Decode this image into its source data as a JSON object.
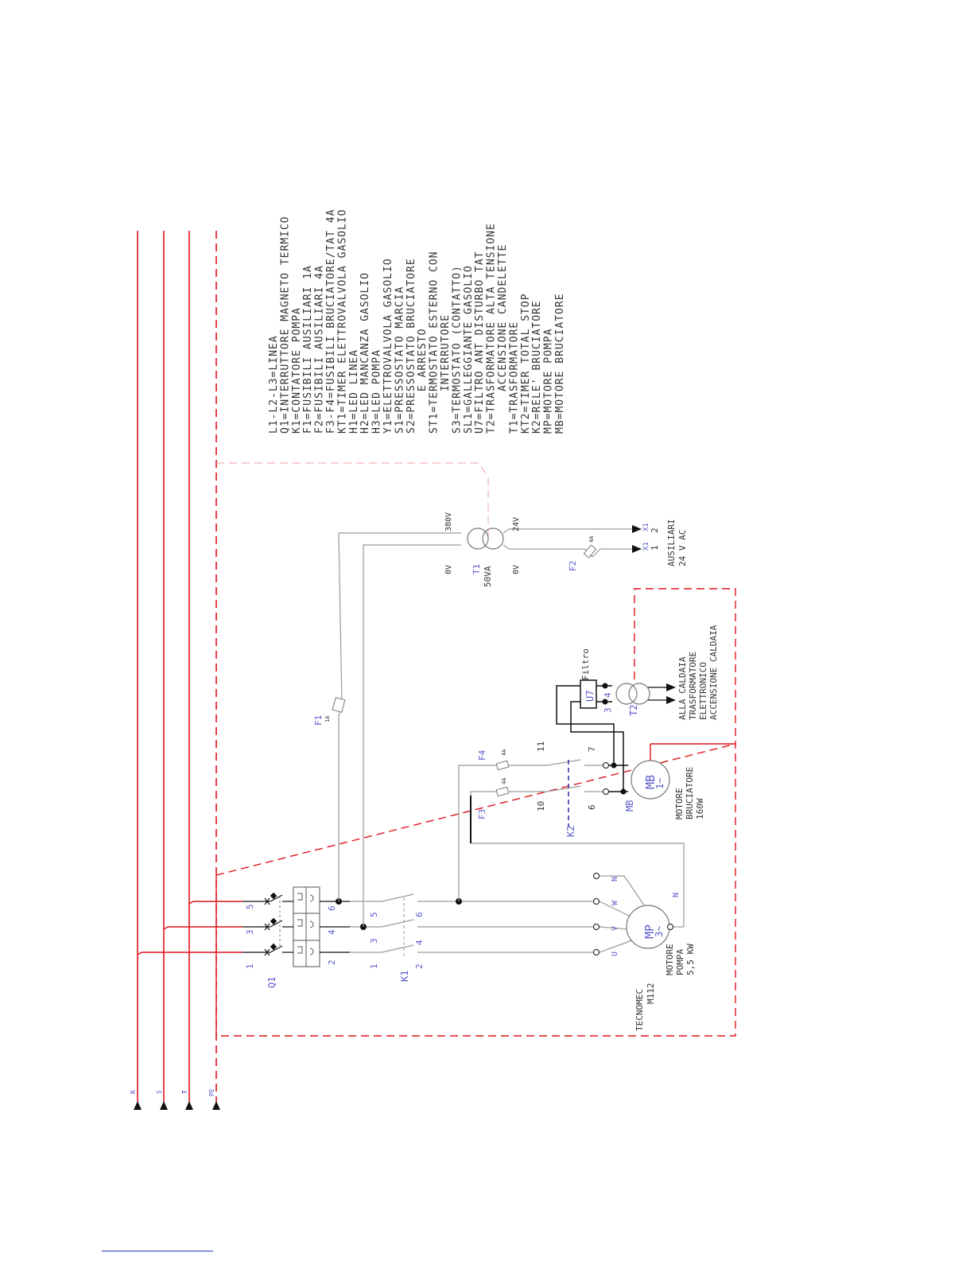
{
  "colors": {
    "phase": "#e0141e",
    "wire": "#9a9a9a",
    "label": "#5a5acc",
    "text": "#333333",
    "blue_dash": "#2a2aa0"
  },
  "legend": [
    "L1-L2-L3=LINEA",
    "Q1=INTERRUTTORE MAGNETO TERMICO",
    "K1=CONTATORE POMPA",
    "F1=FUSIBILI AUSILIARI 1A",
    "F2=FUSIBILI AUSILIARI 4A",
    "F3-F4=FUSIBILI BRUCIATORE/TAT 4A",
    "KT1=TIMER ELETTROVALVOLA GASOLIO",
    "H1=LED LINEA",
    "H2=LED MANCANZA GASOLIO",
    "H3=LED POMPA",
    "Y1=ELETTROVALVOLA GASOLIO",
    "S1=PRESSOSTATO MARCIA",
    "S2=PRESSOSTATO BRUCIATORE",
    "      E ARRESTO",
    "ST1=TERMOSTATO ESTERNO CON",
    "      INTERRUTORE",
    "S3=TERMOSTATO (CONTATTO)",
    "SL1=GALLEGGIANTE GASOLIO",
    "U7=FILTRO ANT DISTURBO TAT",
    "T2=TRASFORMATORE ALTA TENSIONE",
    "      ACCENSIONE CANDELETTE",
    "T1=TRASFORMATORE",
    "KT2=TIMER TOTAL STOP",
    "K2=RELE' BRUCIATORE",
    "MP=MOTORE POMPA",
    "MB=MOTORE BRUCIATORE"
  ],
  "lines": {
    "r": "R",
    "s": "S",
    "t": "T",
    "pe": "PE"
  },
  "q1": {
    "name": "Q1",
    "t1": "1",
    "t2": "2",
    "t3": "3",
    "t4": "4",
    "t5": "5",
    "t6": "6"
  },
  "k1": {
    "name": "K1",
    "t1": "1",
    "t2": "2",
    "t3": "3",
    "t4": "4",
    "t5": "5",
    "t6": "6"
  },
  "mp": {
    "symbol": "MP",
    "phase": "3~",
    "u": "U",
    "v": "V",
    "w": "W",
    "n": "N",
    "maker": "TECNOMEC",
    "model": "M112",
    "desc1": "MOTORE",
    "desc2": "POMPA",
    "desc3": "5,5 KW"
  },
  "f1": {
    "name": "F1",
    "rating": "1A"
  },
  "f3": {
    "name": "F3",
    "rating": "4A"
  },
  "f4": {
    "name": "F4",
    "rating": "4A"
  },
  "k2": {
    "name": "K2",
    "t10": "10",
    "t11": "11",
    "t6": "6",
    "t7": "7"
  },
  "mb": {
    "symbol": "MB",
    "phase": "1~",
    "tag": "MB",
    "desc1": "MOTORE",
    "desc2": "BRUCIATORE",
    "desc3": "160W"
  },
  "u7": {
    "name": "U7",
    "t3": "3",
    "t4": "4",
    "filtro": "Filtro"
  },
  "t2": {
    "name": "T2",
    "desc1": "ALLA CALDAIA",
    "desc2": "TRASFORMATORE",
    "desc3": "ELETTRONICO",
    "desc4": "ACCENSIONE CALDAIA"
  },
  "t1": {
    "name": "T1",
    "va": "50VA",
    "in_v": "380V",
    "in_0": "0V",
    "out_v": "24V",
    "out_0": "0V"
  },
  "f2": {
    "name": "F2",
    "rating": "4A"
  },
  "aux": {
    "x1a": "X1",
    "x1b": "X1",
    "n1": "1",
    "n2": "2",
    "title": "AUSILIARI",
    "volt": "24 V AC"
  }
}
